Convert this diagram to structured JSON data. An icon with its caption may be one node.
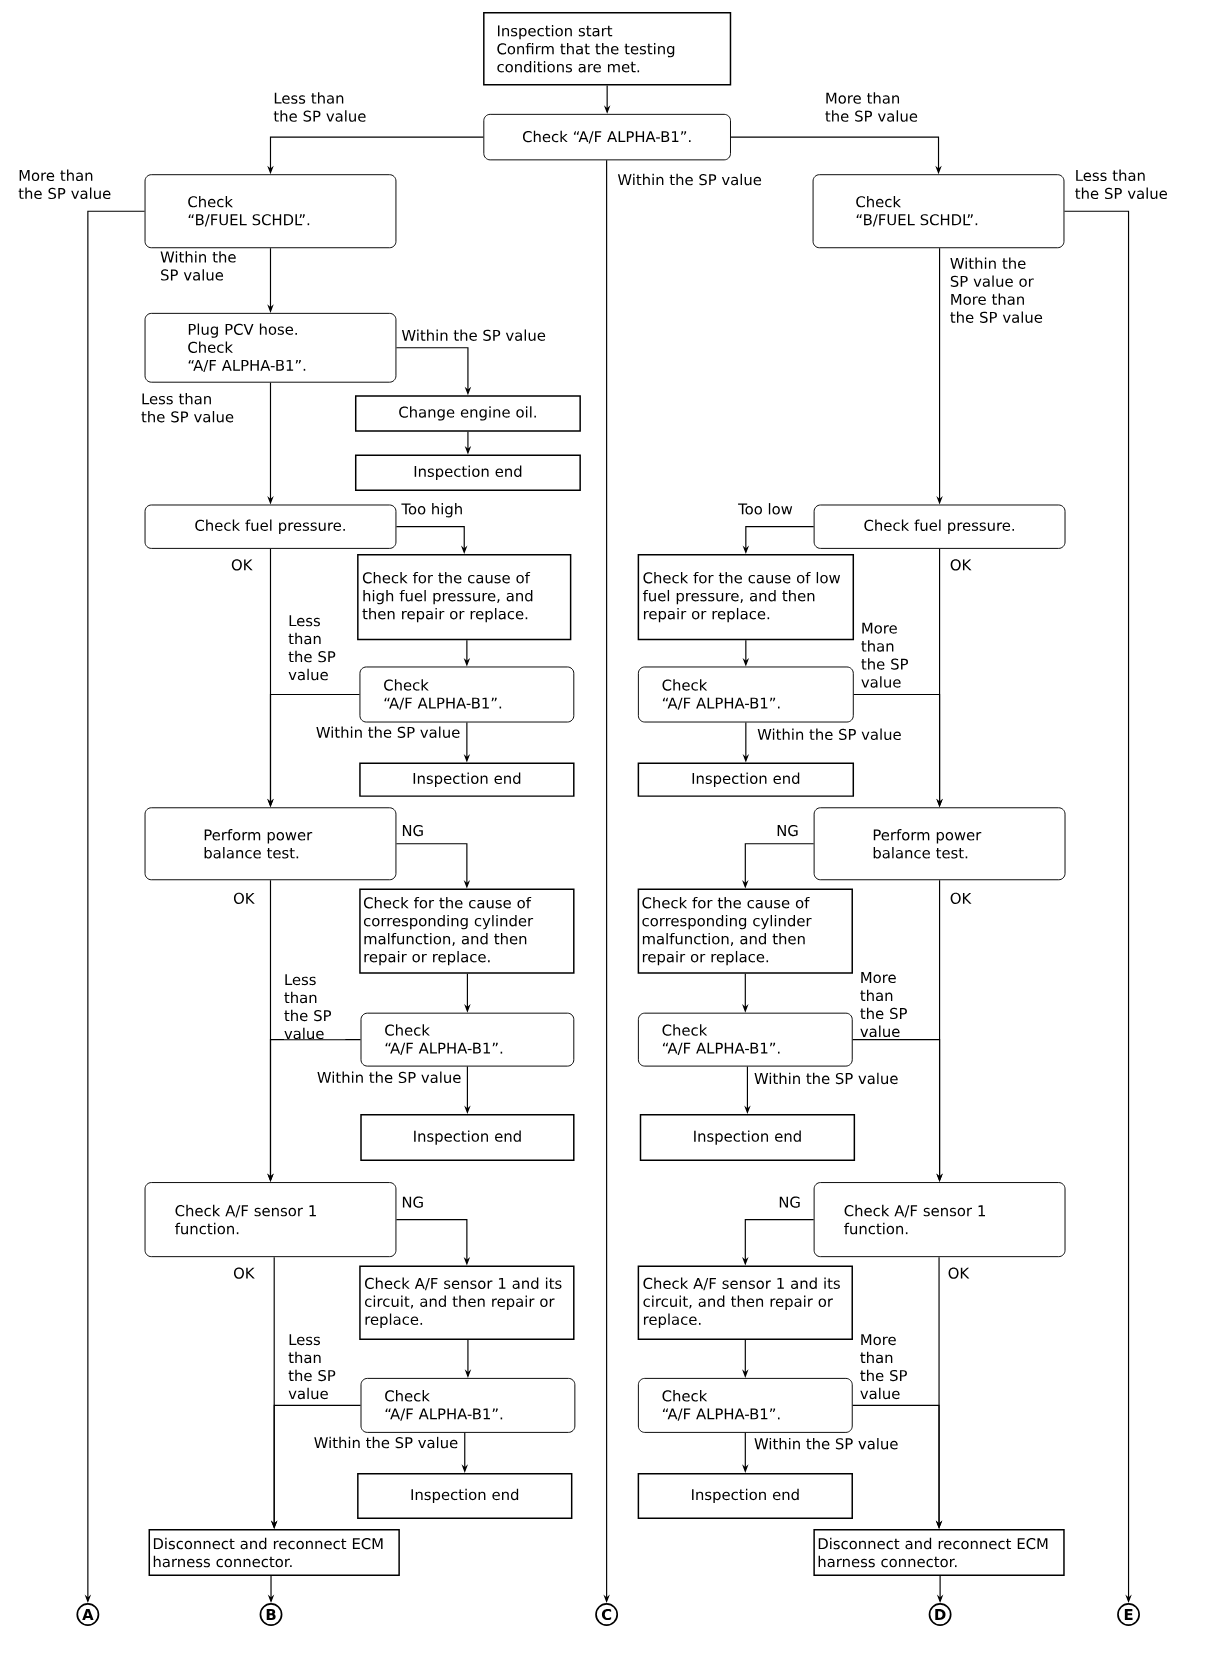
{
  "diagram": {
    "nodes": [
      {
        "text": [
          "Inspection start",
          "Confirm that the testing conditions are met."
        ]
      },
      {
        "text": [
          "Check “A/F ALPHA-B1”."
        ]
      },
      {
        "text": [
          "Check “B/FUEL SCHDL”."
        ]
      },
      {
        "text": [
          "Plug PCV hose.",
          "Check “A/F ALPHA-B1”."
        ]
      },
      {
        "text": [
          "Change engine oil."
        ]
      },
      {
        "text": [
          "Inspection end"
        ]
      },
      {
        "text": [
          "Check fuel pressure."
        ]
      },
      {
        "text": [
          "Check for the cause of high fuel pressure, and then repair or replace."
        ]
      },
      {
        "text": [
          "Check “A/F ALPHA-B1”."
        ]
      },
      {
        "text": [
          "Inspection end"
        ]
      },
      {
        "text": [
          "Perform power balance test."
        ]
      },
      {
        "text": [
          "Check for the cause of corresponding cylinder malfunction, and then repair or replace."
        ]
      },
      {
        "text": [
          "Check “A/F ALPHA-B1”."
        ]
      },
      {
        "text": [
          "Inspection end"
        ]
      },
      {
        "text": [
          "Check A/F sensor 1 function."
        ]
      },
      {
        "text": [
          "Check A/F sensor 1 and its circuit, and then repair or replace."
        ]
      },
      {
        "text": [
          "Check “A/F ALPHA-B1”."
        ]
      },
      {
        "text": [
          "Inspection end"
        ]
      },
      {
        "text": [
          "Disconnect and reconnect ECM harness connector."
        ]
      },
      {
        "text": [
          "Check “B/FUEL SCHDL”."
        ]
      },
      {
        "text": [
          "Check fuel pressure."
        ]
      },
      {
        "text": [
          "Check for the cause of low fuel pressure, and then repair or replace."
        ]
      },
      {
        "text": [
          "Check “A/F ALPHA-B1”."
        ]
      },
      {
        "text": [
          "Inspection end"
        ]
      },
      {
        "text": [
          "Perform power balance test."
        ]
      },
      {
        "text": [
          "Check for the cause of corresponding cylinder malfunction, and then repair or replace."
        ]
      },
      {
        "text": [
          "Check “A/F ALPHA-B1”."
        ]
      },
      {
        "text": [
          "Inspection end"
        ]
      },
      {
        "text": [
          "Check A/F sensor 1 function."
        ]
      },
      {
        "text": [
          "Check A/F sensor 1 and its circuit, and then repair or replace."
        ]
      },
      {
        "text": [
          "Check “A/F ALPHA-B1”."
        ]
      },
      {
        "text": [
          "Inspection end"
        ]
      },
      {
        "text": [
          "Disconnect and reconnect ECM harness connector."
        ]
      },
      {
        "text": [
          "A"
        ]
      },
      {
        "text": [
          "B"
        ]
      },
      {
        "text": [
          "C"
        ]
      },
      {
        "text": [
          "D"
        ]
      },
      {
        "text": [
          "E"
        ]
      }
    ],
    "edges": [
      {
        "from": 0,
        "to": 1,
        "arrow": "to"
      },
      {
        "from": 1,
        "to": 2,
        "arrow": "to",
        "label": "Less than the SP value"
      },
      {
        "from": 1,
        "to": 19,
        "arrow": "to",
        "label": "More than the SP value"
      },
      {
        "from": 1,
        "to": 35,
        "arrow": "to",
        "label": "Within the SP value"
      },
      {
        "from": 2,
        "to": 33,
        "arrow": "to",
        "label": "More than the SP value"
      },
      {
        "from": 2,
        "to": 3,
        "arrow": "to",
        "label": "Within the SP value"
      },
      {
        "from": 19,
        "to": 37,
        "arrow": "to",
        "label": "Less than the SP value"
      },
      {
        "from": 19,
        "to": 20,
        "arrow": "to",
        "label": "Within the SP value or More than the SP value"
      },
      {
        "from": 3,
        "to": 4,
        "arrow": "to",
        "label": "Within the SP value"
      },
      {
        "from": 4,
        "to": 5,
        "arrow": "to"
      },
      {
        "from": 3,
        "to": 6,
        "arrow": "to",
        "label": "Less than the SP value"
      },
      {
        "from": 6,
        "to": 7,
        "arrow": "to",
        "label": "Too high"
      },
      {
        "from": 7,
        "to": 8,
        "arrow": "to"
      },
      {
        "from": 8,
        "to": 9,
        "arrow": "to",
        "label": "Within the SP value"
      },
      {
        "from": 8,
        "to": 10,
        "arrow": "to",
        "label": "Less than the SP value"
      },
      {
        "from": 6,
        "to": 10,
        "arrow": "to",
        "label": "OK"
      },
      {
        "from": 10,
        "to": 11,
        "arrow": "to",
        "label": "NG"
      },
      {
        "from": 11,
        "to": 12,
        "arrow": "to"
      },
      {
        "from": 12,
        "to": 13,
        "arrow": "to",
        "label": "Within the SP value"
      },
      {
        "from": 12,
        "to": 14,
        "arrow": "to",
        "label": "Less than the SP value"
      },
      {
        "from": 10,
        "to": 14,
        "arrow": "to",
        "label": "OK"
      },
      {
        "from": 14,
        "to": 15,
        "arrow": "to",
        "label": "NG"
      },
      {
        "from": 15,
        "to": 16,
        "arrow": "to"
      },
      {
        "from": 16,
        "to": 17,
        "arrow": "to",
        "label": "Within the SP value"
      },
      {
        "from": 16,
        "to": 18,
        "arrow": "to",
        "label": "Less than the SP value"
      },
      {
        "from": 14,
        "to": 18,
        "arrow": "to",
        "label": "OK"
      },
      {
        "from": 18,
        "to": 34,
        "arrow": "to"
      },
      {
        "from": 20,
        "to": 21,
        "arrow": "to",
        "label": "Too low"
      },
      {
        "from": 21,
        "to": 22,
        "arrow": "to"
      },
      {
        "from": 22,
        "to": 23,
        "arrow": "to",
        "label": "Within the SP value"
      },
      {
        "from": 22,
        "to": 24,
        "arrow": "to",
        "label": "More than the SP value"
      },
      {
        "from": 20,
        "to": 24,
        "arrow": "to",
        "label": "OK"
      },
      {
        "from": 24,
        "to": 25,
        "arrow": "to",
        "label": "NG"
      },
      {
        "from": 25,
        "to": 26,
        "arrow": "to"
      },
      {
        "from": 26,
        "to": 27,
        "arrow": "to",
        "label": "Within the SP value"
      },
      {
        "from": 26,
        "to": 28,
        "arrow": "to",
        "label": "More than the SP value"
      },
      {
        "from": 24,
        "to": 28,
        "arrow": "to",
        "label": "OK"
      },
      {
        "from": 28,
        "to": 29,
        "arrow": "to",
        "label": "NG"
      },
      {
        "from": 29,
        "to": 30,
        "arrow": "to"
      },
      {
        "from": 30,
        "to": 31,
        "arrow": "to",
        "label": "Within the SP value"
      },
      {
        "from": 30,
        "to": 32,
        "arrow": "to",
        "label": "More than the SP value"
      },
      {
        "from": 28,
        "to": 32,
        "arrow": "to",
        "label": "OK"
      },
      {
        "from": 32,
        "to": 36,
        "arrow": "to"
      }
    ]
  }
}
